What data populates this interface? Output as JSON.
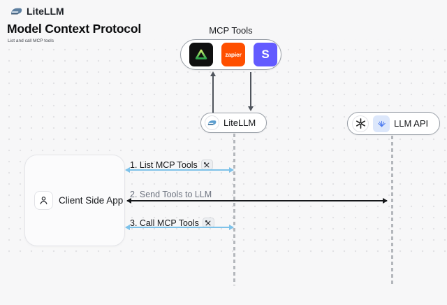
{
  "header": {
    "brand": "LiteLLM",
    "title": "Model Context Protocol",
    "subtitle": "List and call MCP tools"
  },
  "mcp_tools": {
    "label": "MCP Tools",
    "zapier_text": "zapier",
    "stripe_text": "S",
    "icons": [
      "triangle-tool-logo",
      "zapier-logo",
      "stripe-logo"
    ]
  },
  "nodes": {
    "litellm": {
      "label": "LiteLLM",
      "icon": "litellm-train-icon"
    },
    "llm_api": {
      "label": "LLM API",
      "icons": [
        "openai-logo",
        "provider-blue-logo"
      ]
    },
    "client": {
      "label": "Client Side App",
      "icon": "person-icon"
    }
  },
  "messages": [
    {
      "label": "1. List MCP Tools",
      "tool_icon": true,
      "arrow_color": "#7ec2e9",
      "direction": "both"
    },
    {
      "label": "2. Send Tools to LLM",
      "tool_icon": false,
      "arrow_color": "#15171a",
      "direction": "both"
    },
    {
      "label": "3. Call MCP Tools",
      "tool_icon": true,
      "arrow_color": "#7ec2e9",
      "direction": "both"
    }
  ],
  "colors": {
    "background": "#f7f7f8",
    "node_border": "#9aa0a8",
    "lifeline": "#b4b7bc",
    "blue_arrow": "#7ec2e9",
    "black_arrow": "#15171a",
    "vertical_arrow": "#4f545c",
    "zapier": "#ff4f00",
    "stripe": "#635bff",
    "triangle_green": "#2ea84f"
  }
}
